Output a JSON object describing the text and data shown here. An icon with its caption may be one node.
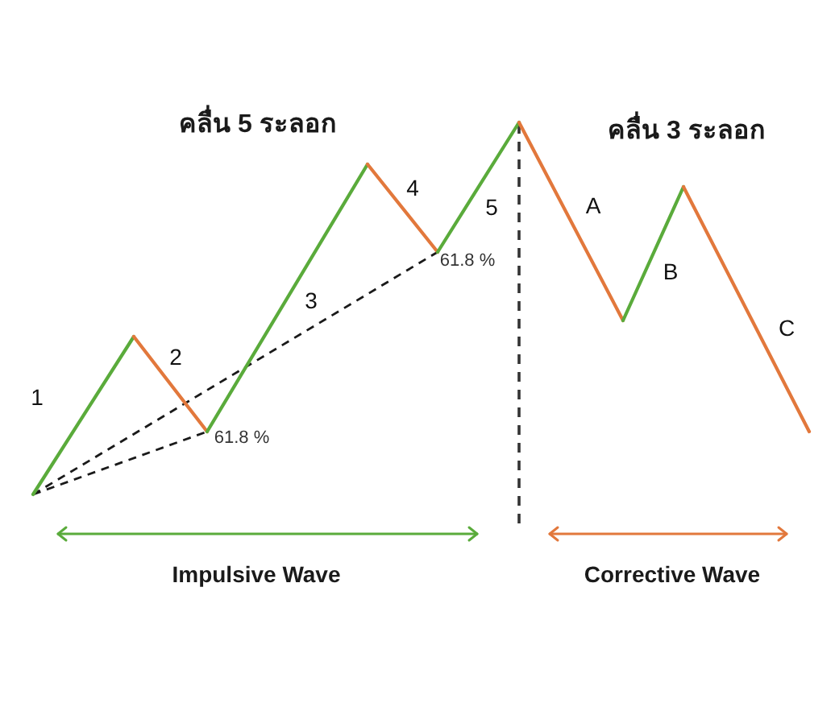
{
  "diagram": {
    "labels": [
      "คลื่น 5 ระลอก",
      "1",
      "2",
      "61.8 %",
      "3",
      "4",
      "61.8 %",
      "5",
      "คลื่น 3 ระลอก",
      "A",
      "B",
      "C",
      "Impulsive Wave",
      "Corrective Wave"
    ]
  }
}
